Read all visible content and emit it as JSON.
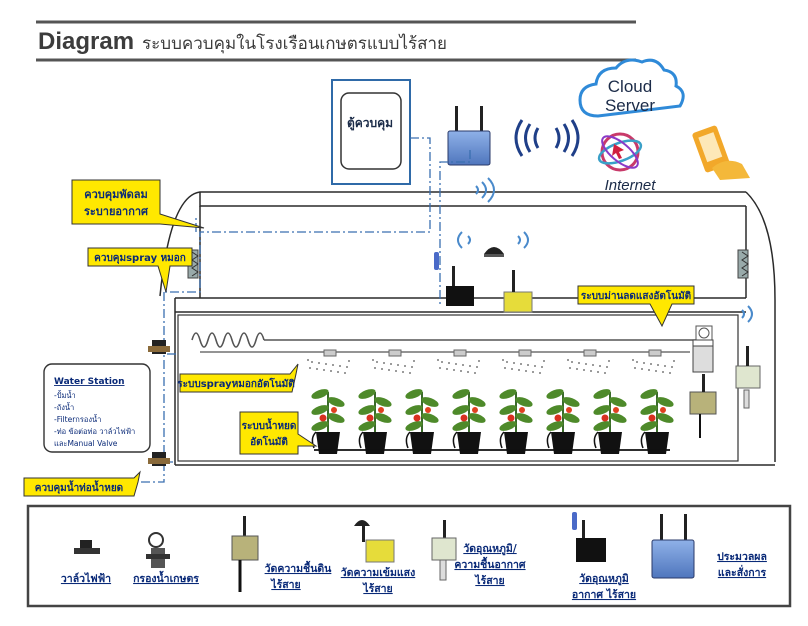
{
  "title": {
    "prefix": "Diagram",
    "text": "ระบบควบคุมในโรงเรือนเกษตรแบบไร้สาย"
  },
  "cloud": {
    "line1": "Cloud",
    "line2": "Server"
  },
  "internet_label": "Internet",
  "control_box_label": "ตู้ควบคุม",
  "callouts": {
    "fan": [
      "ควบคุมพัดลม",
      "ระบายอากาศ"
    ],
    "mist": "ควบคุมspray หมอก",
    "shade": "ระบบม่านลดแสงอัตโนมัติ",
    "spray": "ระบบsprayหมอกอัตโนมัติ",
    "drip": [
      "ระบบน้ำหยด",
      "อัตโนมัติ"
    ],
    "valve": "ควบคุมน้ำท่อน้ำหยด"
  },
  "water_station": {
    "title": "Water Station",
    "items": [
      "-ปั้มน้ำ",
      "-ถังน้ำ",
      "-Filterกรองน้ำ",
      "-ท่อ ข้อต่อท่อ วาล์วไฟฟ้า",
      "และManual Valve"
    ]
  },
  "legend": {
    "valve": [
      "วาล์วไฟฟ้า"
    ],
    "filter": [
      "กรองน้ำเกษตร"
    ],
    "soil": [
      "วัดความชื้นดิน",
      "ไร้สาย"
    ],
    "light": [
      "วัดความเข้มแสง",
      "ไร้สาย"
    ],
    "temp_hum": [
      "วัดอุณหภูมิ/",
      "ความชื้นอากาศ",
      "ไร้สาย"
    ],
    "air_temp": [
      "วัดอุณหภูมิ",
      "อากาศ ไร้สาย"
    ],
    "processor": [
      "ประมวลผล",
      "และสั่งการ"
    ]
  },
  "colors": {
    "callout_fill": "#ffe800",
    "text_blue": "#0a2a78",
    "gateway_blue": "#6f95d6",
    "sensor_yellow": "#e6dc3a",
    "soil_sensor": "#b8b27a",
    "temp_hum_sensor": "#dfe6cf",
    "frame": "#2a2a2a",
    "dashdot": "#3a6fb0"
  },
  "plant_count": 8,
  "sprinkler_count": 6
}
